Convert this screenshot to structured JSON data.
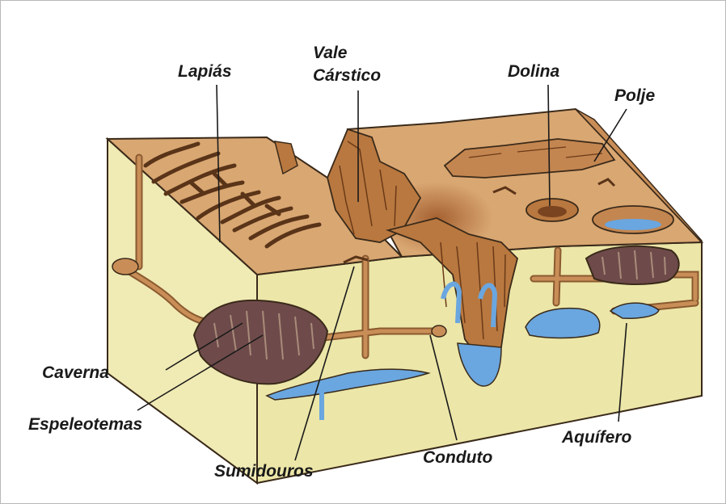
{
  "diagram": {
    "labels": {
      "lapias": "Lapiás",
      "vale_line1": "Vale",
      "vale_line2": "Cárstico",
      "dolina": "Dolina",
      "polje": "Polje",
      "caverna": "Caverna",
      "espeleotemas": "Espeleotemas",
      "sumidouros": "Sumidouros",
      "conduto": "Conduto",
      "aquifero": "Aquífero"
    },
    "colors": {
      "surface": "#d9a772",
      "surface_dark": "#b9783f",
      "front_face": "#f0eab4",
      "side_face": "#ece6a8",
      "conduit": "#b57a45",
      "cave": "#6e4b4a",
      "water": "#6aa6df",
      "outline": "#3a2a1a",
      "crack": "#5a3418"
    }
  }
}
